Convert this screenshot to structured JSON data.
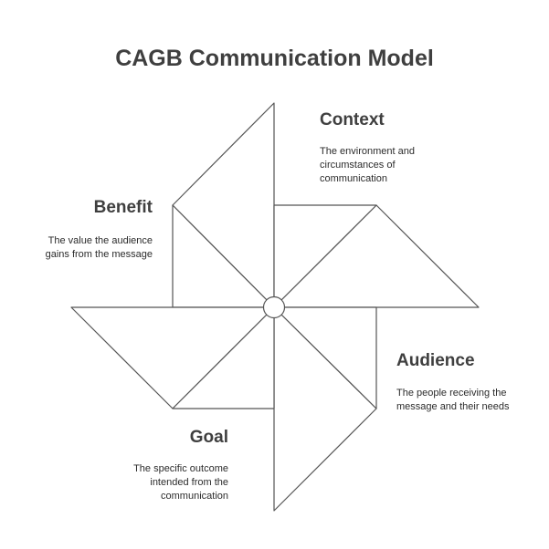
{
  "title": "CAGB Communication Model",
  "sections": {
    "context": {
      "label": "Context",
      "desc_lines": [
        "The environment and",
        "circumstances of",
        "communication"
      ]
    },
    "benefit": {
      "label": "Benefit",
      "desc_lines": [
        "The value the audience",
        "gains from the message"
      ]
    },
    "audience": {
      "label": "Audience",
      "desc_lines": [
        "The people receiving the",
        "message and their needs"
      ]
    },
    "goal": {
      "label": "Goal",
      "desc_lines": [
        "The specific outcome",
        "intended from the",
        "communication"
      ]
    }
  },
  "colors": {
    "stroke": "#555555",
    "text": "#3f3f3f",
    "fill": "#ffffff"
  }
}
